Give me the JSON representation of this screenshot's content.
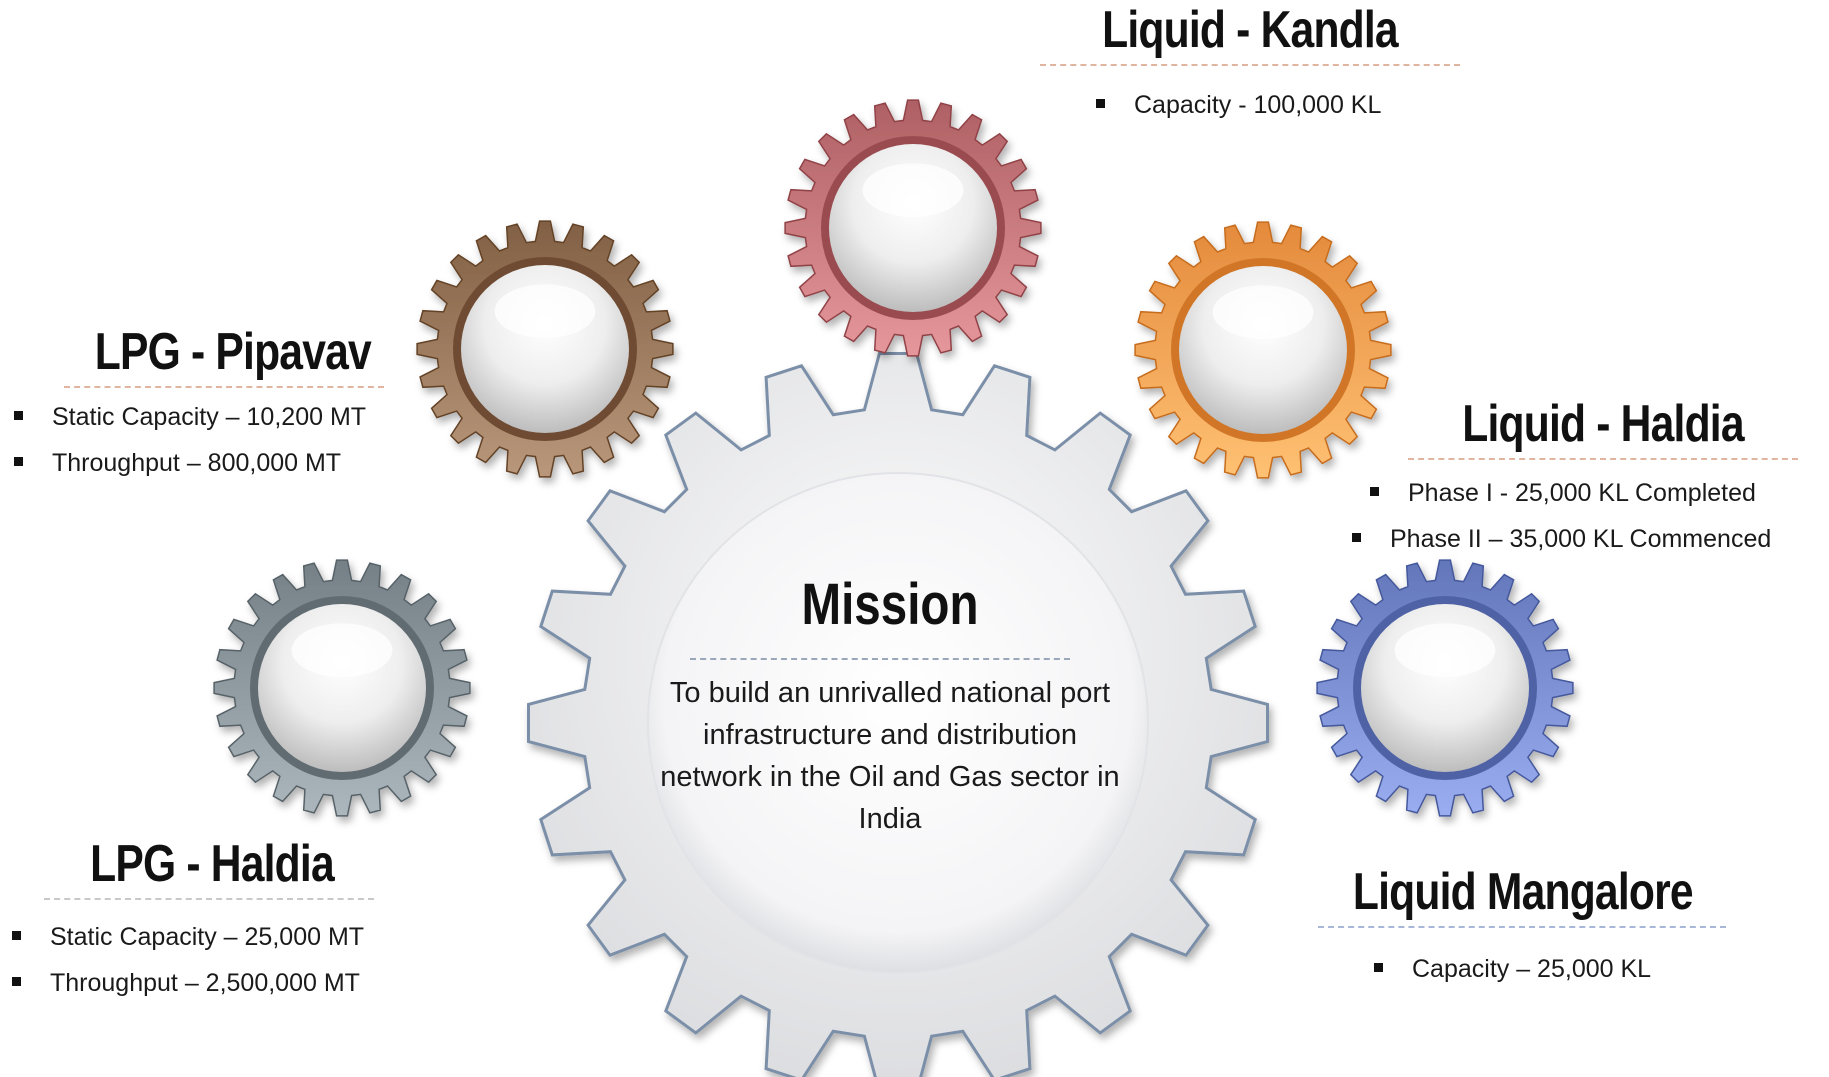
{
  "mission": {
    "title": "Mission",
    "text": "To build an unrivalled national port infrastructure and distribution network in the Oil and Gas sector in India"
  },
  "nodes": [
    {
      "id": "liquid-kandla",
      "title": "Liquid - Kandla",
      "bullets": [
        "Capacity - 100,000 KL"
      ],
      "gear_color": "#b86a6e"
    },
    {
      "id": "lpg-pipavav",
      "title": "LPG - Pipavav",
      "bullets": [
        "Static Capacity – 10,200 MT",
        "Throughput – 800,000 MT"
      ],
      "gear_color": "#8c6a4e"
    },
    {
      "id": "liquid-haldia",
      "title": "Liquid - Haldia",
      "bullets": [
        "Phase I - 25,000 KL Completed",
        "Phase II – 35,000 KL Commenced"
      ],
      "gear_color": "#ee9446"
    },
    {
      "id": "lpg-haldia",
      "title": "LPG - Haldia",
      "bullets": [
        "Static Capacity – 25,000 MT",
        "Throughput – 2,500,000 MT"
      ],
      "gear_color": "#7f8a90"
    },
    {
      "id": "liquid-mangalore",
      "title": "Liquid Mangalore",
      "bullets": [
        "Capacity – 25,000 KL"
      ],
      "gear_color": "#6d80c4"
    }
  ]
}
